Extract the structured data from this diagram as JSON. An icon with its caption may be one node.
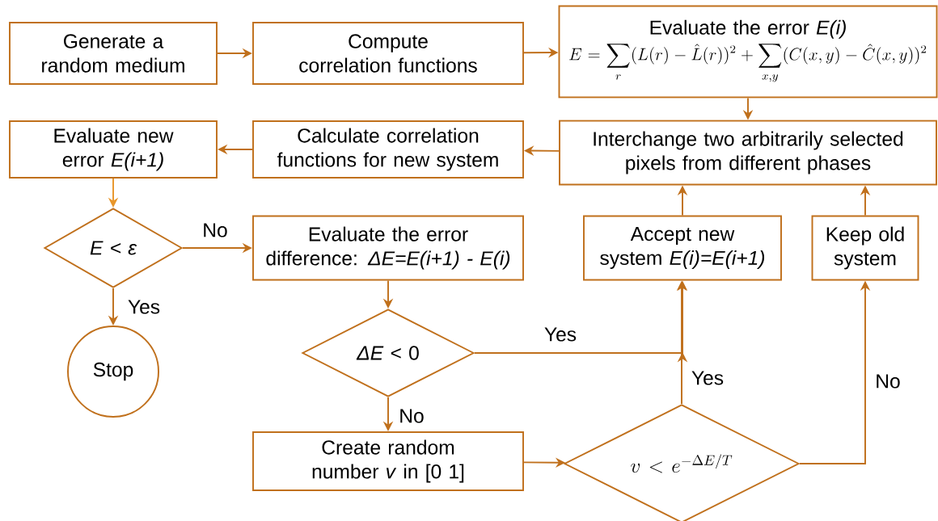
{
  "diagram": {
    "nodes": [
      {
        "text": [
          "Generate a random medium"
        ]
      },
      {
        "text": [
          "Compute correlation functions"
        ]
      },
      {
        "text": [
          "Evaluate the error *E(i)*",
          "E = \\sum_{r} (L(r) - \\hat{L}(r))^2 + \\sum_{x,y} (C(x,y) - \\hat{C}(x,y))^2"
        ]
      },
      {
        "text": [
          "Interchange two arbitrarily selected pixels from different phases"
        ]
      },
      {
        "text": [
          "Calculate correlation functions for new system"
        ]
      },
      {
        "text": [
          "Evaluate new error *E(i+1)*"
        ]
      },
      {
        "text": [
          "E < ε"
        ]
      },
      {
        "text": [
          "Evaluate the error difference: *ΔE=E(i+1) - E(i)*"
        ]
      },
      {
        "text": [
          "Accept new system *E(i)=E(i+1)*"
        ]
      },
      {
        "text": [
          "Keep old system"
        ]
      },
      {
        "text": [
          "Stop"
        ]
      },
      {
        "text": [
          "*ΔE* < 0"
        ]
      },
      {
        "text": [
          "Create random number *v* in [0 1]"
        ]
      },
      {
        "text": [
          "v < e^{-\\Delta E/T}"
        ]
      }
    ],
    "edges": [
      {
        "from": 0,
        "to": 1,
        "arrow": "to"
      },
      {
        "from": 1,
        "to": 2,
        "arrow": "to"
      },
      {
        "from": 2,
        "to": 3,
        "arrow": "to"
      },
      {
        "from": 3,
        "to": 4,
        "arrow": "to"
      },
      {
        "from": 4,
        "to": 5,
        "arrow": "to"
      },
      {
        "from": 5,
        "to": 6,
        "arrow": "to",
        "color": "#e8962a"
      },
      {
        "from": 6,
        "to": 7,
        "arrow": "to",
        "label": "No"
      },
      {
        "from": 6,
        "to": 10,
        "arrow": "to",
        "label": "Yes"
      },
      {
        "from": 7,
        "to": 11,
        "arrow": "to"
      },
      {
        "from": 11,
        "to": 8,
        "arrow": "to",
        "label": "Yes"
      },
      {
        "from": 11,
        "to": 12,
        "arrow": "to",
        "label": "No"
      },
      {
        "from": 12,
        "to": 13,
        "arrow": "to"
      },
      {
        "from": 13,
        "to": 8,
        "arrow": "to",
        "label": "Yes"
      },
      {
        "from": 13,
        "to": 9,
        "arrow": "to",
        "label": "No"
      },
      {
        "from": 8,
        "to": 3,
        "arrow": "to"
      },
      {
        "from": 9,
        "to": 3,
        "arrow": "to"
      }
    ]
  }
}
